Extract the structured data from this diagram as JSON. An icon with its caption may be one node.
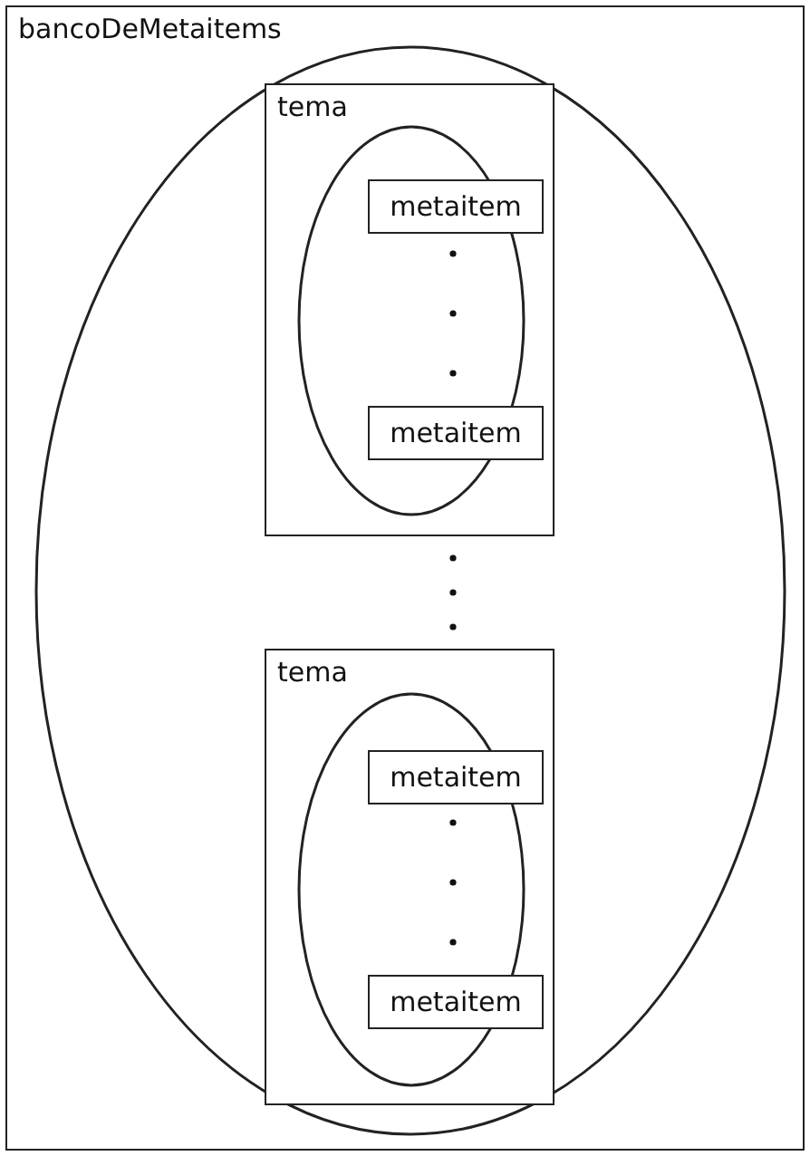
{
  "diagram": {
    "nodes": [
      {
        "text": [
          "bancoDeMetaitems"
        ]
      },
      {
        "text": [],
        "shape": "ellipse",
        "in": 0
      },
      {
        "text": [
          "tema"
        ],
        "in": 1
      },
      {
        "text": [],
        "shape": "ellipse",
        "in": 2
      },
      {
        "text": [
          "metaitem"
        ],
        "in": 3
      },
      {
        "text": [
          "metaitem"
        ],
        "in": 3
      },
      {
        "text": [
          "tema"
        ],
        "in": 1
      },
      {
        "text": [],
        "shape": "ellipse",
        "in": 6
      },
      {
        "text": [
          "metaitem"
        ],
        "in": 7
      },
      {
        "text": [
          "metaitem"
        ],
        "in": 7
      }
    ],
    "edges": []
  }
}
